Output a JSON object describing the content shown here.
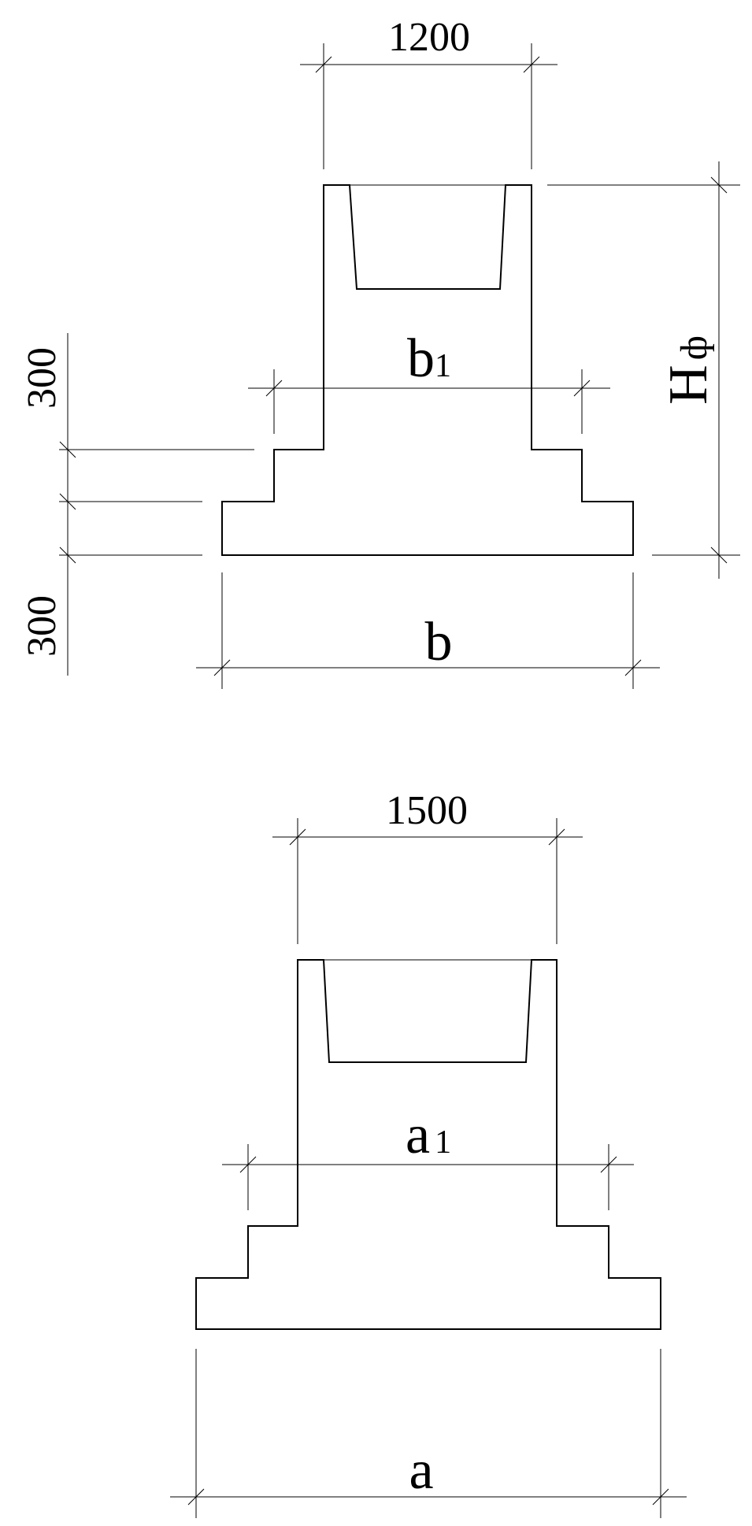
{
  "top_view": {
    "top_dimension": "1200",
    "inner_dimension_main": "b",
    "inner_dimension_sub": "1",
    "bottom_dimension": "b",
    "left_dimension_upper": "300",
    "left_dimension_lower": "300",
    "height_main": "H",
    "height_sub": "ф"
  },
  "bottom_view": {
    "top_dimension": "1500",
    "inner_dimension_main": "a",
    "inner_dimension_sub": "1",
    "bottom_dimension": "a"
  }
}
